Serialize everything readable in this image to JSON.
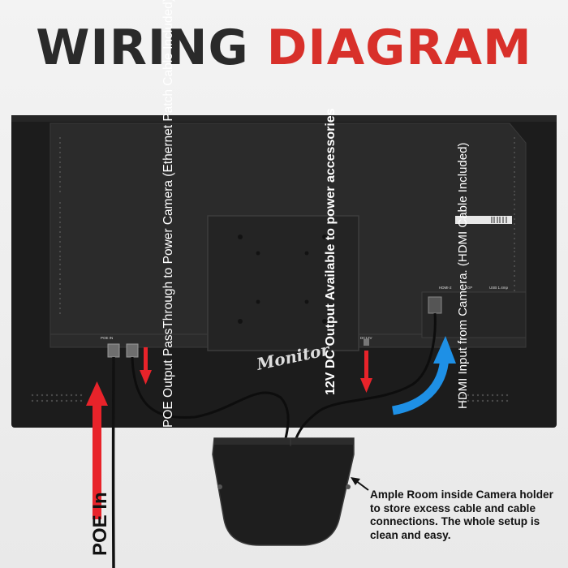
{
  "title": {
    "word1": "WIRING",
    "word2": "DIAGRAM"
  },
  "colors": {
    "title_dark": "#2a2a2a",
    "title_red": "#d8302a",
    "arrow_red": "#e8232a",
    "arrow_blue": "#1e90e6",
    "monitor": "#1b1b1b"
  },
  "labels": {
    "poe_output": "POE Output PassThrough to Power Camera (Ethernet Patch Cable Included)",
    "dc_output": "12V DC Output Available to power accessories",
    "hdmi_input": "HDMI Input from Camera. (HDMI Cable Included)",
    "poe_in": "POE In",
    "ample_room": "Ample Room inside Camera holder to store excess cable and cable connections. The whole setup is clean and easy."
  },
  "ports": {
    "poe": "POE IN",
    "dc": "DC12V",
    "hdmi": "HDMI-2",
    "dp": "DP",
    "usb": "USB 1.4mp"
  },
  "brand": "Monitor"
}
